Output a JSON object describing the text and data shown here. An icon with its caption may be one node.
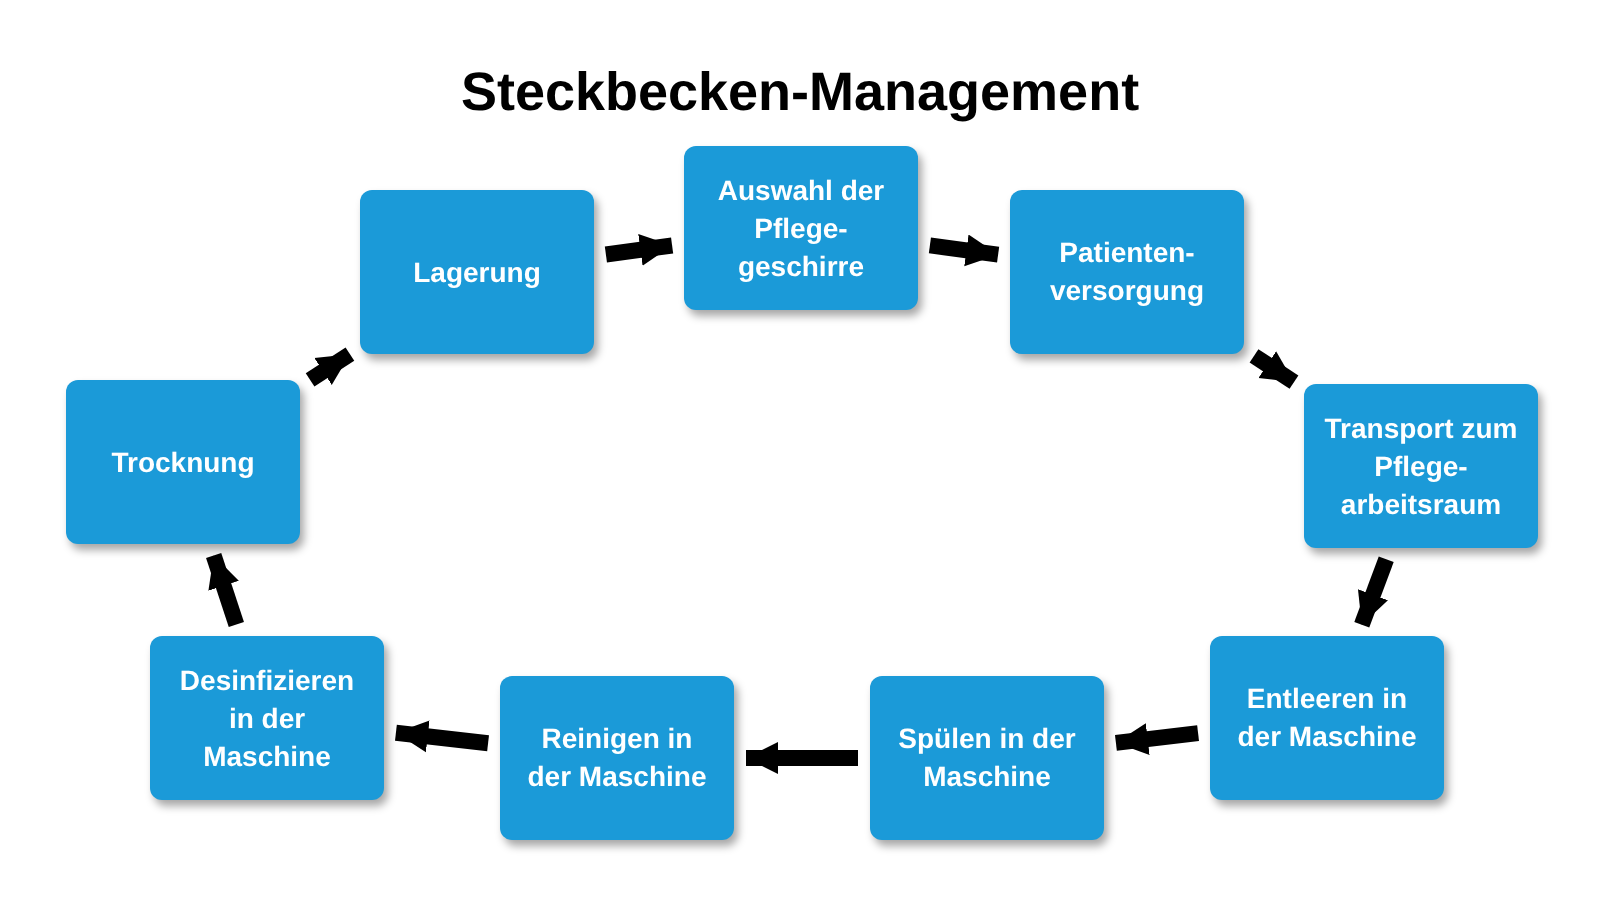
{
  "diagram": {
    "title": "Steckbecken-Management",
    "nodes": [
      {
        "text": [
          "Auswahl der Pflege-geschirre"
        ]
      },
      {
        "text": [
          "Patienten-versorgung"
        ]
      },
      {
        "text": [
          "Transport zum Pflege-arbeitsraum"
        ]
      },
      {
        "text": [
          "Entleeren in der Maschine"
        ]
      },
      {
        "text": [
          "Spülen in der Maschine"
        ]
      },
      {
        "text": [
          "Reinigen in der Maschine"
        ]
      },
      {
        "text": [
          "Desinfizieren in der Maschine"
        ]
      },
      {
        "text": [
          "Trocknung"
        ]
      },
      {
        "text": [
          "Lagerung"
        ]
      }
    ],
    "edges": [
      {
        "from": 0,
        "to": 1,
        "arrow": "to"
      },
      {
        "from": 1,
        "to": 2,
        "arrow": "to"
      },
      {
        "from": 2,
        "to": 3,
        "arrow": "to"
      },
      {
        "from": 3,
        "to": 4,
        "arrow": "to"
      },
      {
        "from": 4,
        "to": 5,
        "arrow": "to"
      },
      {
        "from": 5,
        "to": 6,
        "arrow": "to"
      },
      {
        "from": 6,
        "to": 7,
        "arrow": "to"
      },
      {
        "from": 7,
        "to": 8,
        "arrow": "to"
      },
      {
        "from": 8,
        "to": 0,
        "arrow": "to"
      }
    ]
  }
}
